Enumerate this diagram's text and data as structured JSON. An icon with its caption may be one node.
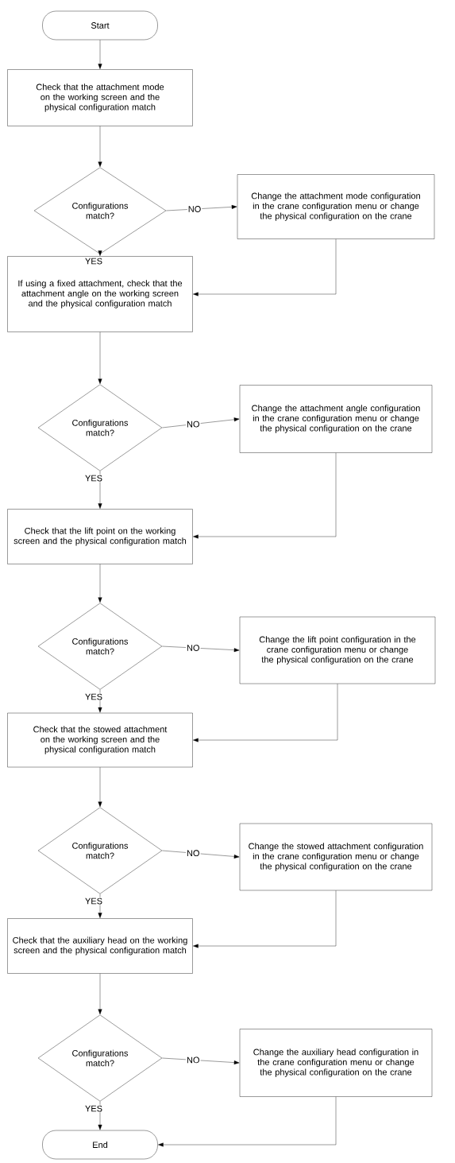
{
  "diagram": {
    "nodes": [
      {
        "text": [
          "Start"
        ]
      },
      {
        "text": [
          "Check that the attachment mode on the working screen and the physical configuration match"
        ]
      },
      {
        "text": [
          "Configurations match?"
        ]
      },
      {
        "text": [
          "Change the attachment mode configuration in the crane configuration menu or change the physical configuration on the crane"
        ]
      },
      {
        "text": [
          "If using a fixed attachment, check that the attachment angle on the working screen and the physical configuration match"
        ]
      },
      {
        "text": [
          "Configurations match?"
        ]
      },
      {
        "text": [
          "Change the attachment angle configuration in the crane configuration menu or change the physical configuration on the crane"
        ]
      },
      {
        "text": [
          "Check that the lift point on the working screen and the physical configuration match"
        ]
      },
      {
        "text": [
          "Configurations match?"
        ]
      },
      {
        "text": [
          "Change the lift point configuration in the crane configuration menu or change the physical configuration on the crane"
        ]
      },
      {
        "text": [
          "Check that the stowed attachment on the working screen and the physical configuration match"
        ]
      },
      {
        "text": [
          "Configurations match?"
        ]
      },
      {
        "text": [
          "Change the stowed attachment configuration in the crane configuration menu or change the physical configuration on the crane"
        ]
      },
      {
        "text": [
          "Check that the auxiliary head on the working screen and the physical configuration match"
        ]
      },
      {
        "text": [
          "Configurations match?"
        ]
      },
      {
        "text": [
          "Change the auxiliary head configuration in the crane configuration menu or change the physical configuration on the crane"
        ]
      },
      {
        "text": [
          "End"
        ]
      }
    ],
    "edges": [
      {
        "from": 0,
        "to": 1,
        "arrow": "to"
      },
      {
        "from": 1,
        "to": 2,
        "arrow": "to"
      },
      {
        "from": 2,
        "to": 3,
        "arrow": "to",
        "label": "NO"
      },
      {
        "from": 2,
        "to": 4,
        "arrow": "to",
        "label": "YES"
      },
      {
        "from": 3,
        "to": 4,
        "arrow": "to"
      },
      {
        "from": 4,
        "to": 5,
        "arrow": "to"
      },
      {
        "from": 5,
        "to": 6,
        "arrow": "to",
        "label": "NO"
      },
      {
        "from": 5,
        "to": 7,
        "arrow": "to",
        "label": "YES"
      },
      {
        "from": 6,
        "to": 7,
        "arrow": "to"
      },
      {
        "from": 7,
        "to": 8,
        "arrow": "to"
      },
      {
        "from": 8,
        "to": 9,
        "arrow": "to",
        "label": "NO"
      },
      {
        "from": 8,
        "to": 10,
        "arrow": "to",
        "label": "YES"
      },
      {
        "from": 9,
        "to": 10,
        "arrow": "to"
      },
      {
        "from": 10,
        "to": 11,
        "arrow": "to"
      },
      {
        "from": 11,
        "to": 12,
        "arrow": "to",
        "label": "NO"
      },
      {
        "from": 11,
        "to": 13,
        "arrow": "to",
        "label": "YES"
      },
      {
        "from": 12,
        "to": 13,
        "arrow": "to"
      },
      {
        "from": 13,
        "to": 14,
        "arrow": "to"
      },
      {
        "from": 14,
        "to": 15,
        "arrow": "to",
        "label": "NO"
      },
      {
        "from": 14,
        "to": 16,
        "arrow": "to",
        "label": "YES"
      },
      {
        "from": 15,
        "to": 16,
        "arrow": "to"
      }
    ]
  }
}
